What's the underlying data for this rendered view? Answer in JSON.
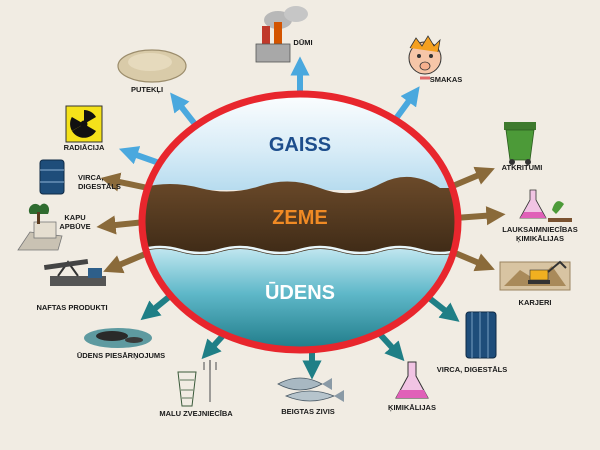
{
  "zones": {
    "air": "GAISS",
    "land": "ZEME",
    "water": "ŪDENS"
  },
  "labels": {
    "dust": "PUTEKĻI",
    "smoke": "DŪMI",
    "odors": "SMAKAS",
    "radiation": "RADIĀCIJA",
    "slurry_top_1": "VIRCA,",
    "slurry_top_2": "DIGESTĀLS",
    "cemetery_1": "KAPU",
    "cemetery_2": "APBŪVE",
    "oil": "NAFTAS PRODUKTI",
    "water_pollution": "ŪDENS PIESĀRŅOJUMS",
    "fish_farming": "MALU ZVEJNIECĪBA",
    "dead_fish": "BEIGTAS ZIVIS",
    "chemicals": "ĶIMIKĀLIJAS",
    "slurry_bottom": "VIRCA, DIGESTĀLS",
    "quarries": "KARJERI",
    "agro_1": "LAUKSAIMNIECĪBAS",
    "agro_2": "ĶIMIKĀLIJAS",
    "waste": "ATKRITUMI"
  },
  "colors": {
    "background": "#f1ece3",
    "ring": "#e8262d",
    "air_arrow": "#4aa8de",
    "land_arrow": "#8a6a3a",
    "water_arrow": "#1f7f86",
    "air_text": "#1d4d8c",
    "land_text": "#f08a24",
    "water_text": "#ffffff"
  }
}
